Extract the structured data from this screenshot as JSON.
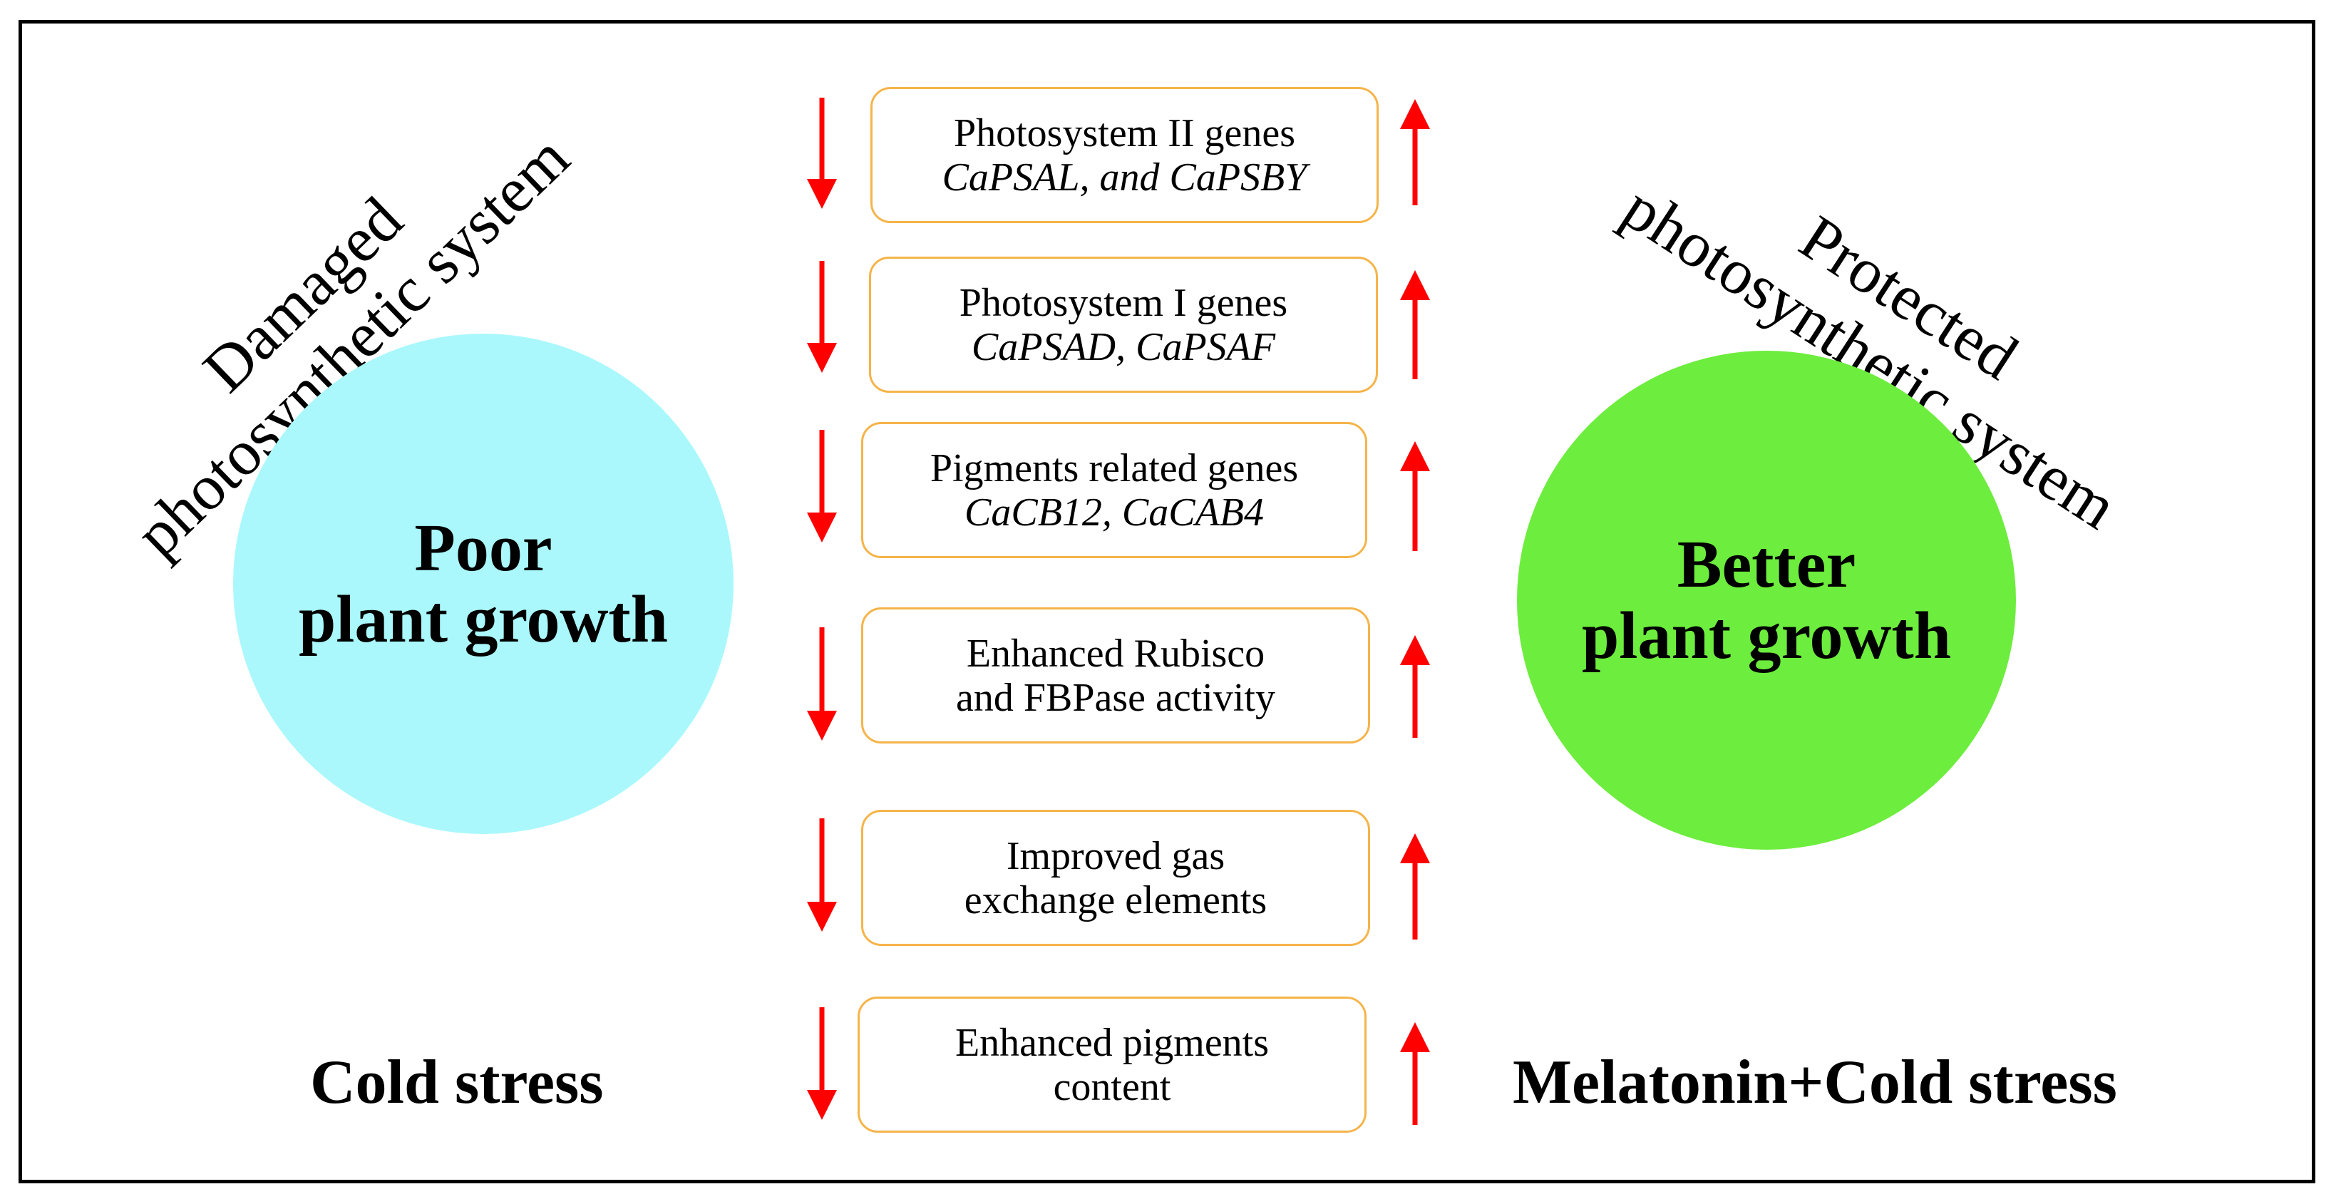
{
  "left": {
    "diagonal_lines": [
      "Damaged",
      "photosynthetic system"
    ],
    "circle_lines": [
      "Poor",
      "plant growth"
    ],
    "condition": "Cold stress",
    "circle_color": "#aaf8fc"
  },
  "right": {
    "diagonal_lines": [
      "Protected",
      "photosynthetic system"
    ],
    "circle_lines": [
      "Better",
      "plant growth"
    ],
    "condition": "Melatonin+Cold stress",
    "circle_color": "#6ded3d"
  },
  "boxes": [
    {
      "line1": "Photosystem II genes",
      "line2": "CaPSAL, and CaPSBY",
      "line2_italic": true
    },
    {
      "line1": "Photosystem I genes",
      "line2": "CaPSAD, CaPSAF",
      "line2_italic": true
    },
    {
      "line1": "Pigments related genes",
      "line2": "CaCB12, CaCAB4",
      "line2_italic": true
    },
    {
      "line1": "Enhanced Rubisco",
      "line2": "and FBPase activity",
      "line2_italic": false
    },
    {
      "line1": "Improved gas",
      "line2": "exchange elements",
      "line2_italic": false
    },
    {
      "line1": "Enhanced pigments",
      "line2": "content",
      "line2_italic": false
    }
  ],
  "colors": {
    "arrow": "#ff0000",
    "box_border": "#f5b44a",
    "frame": "#000000"
  },
  "arrow_icons": {
    "left": "arrow-down-icon",
    "right": "arrow-up-icon"
  }
}
